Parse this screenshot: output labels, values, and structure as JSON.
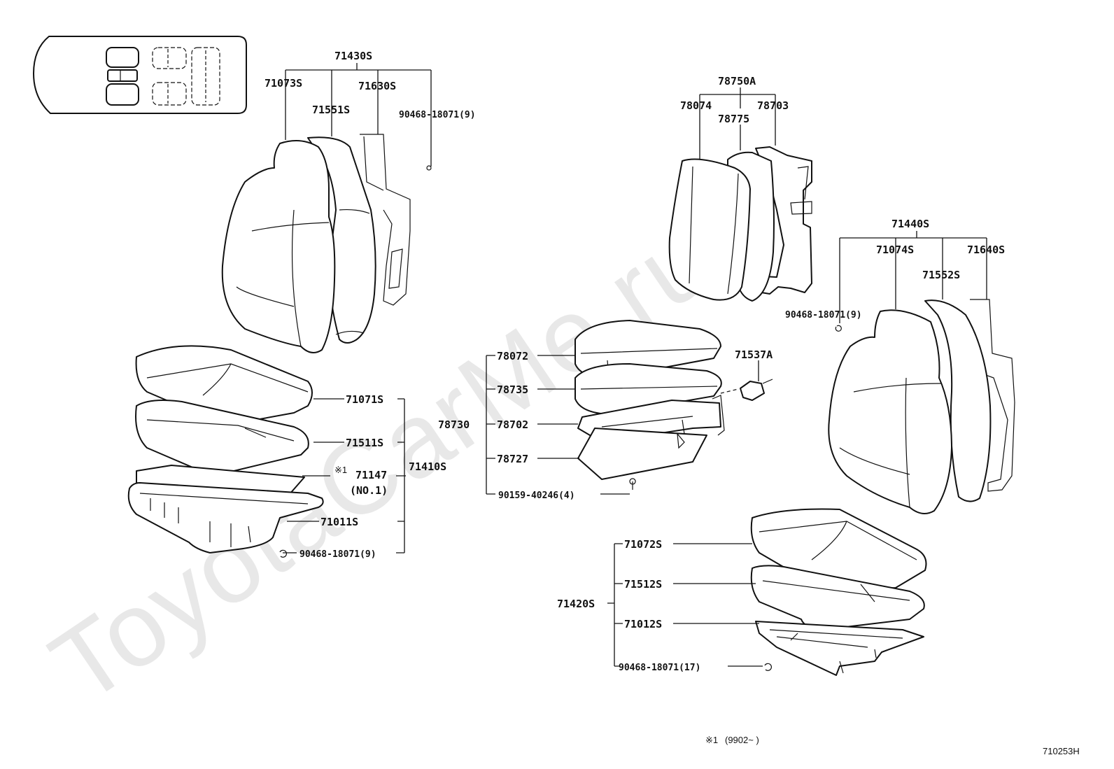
{
  "watermark": "ToyotaCarMe.ru",
  "diagram_code": "710253H",
  "footnote": {
    "mark": "※1",
    "text": "(9902~      )"
  },
  "labels": {
    "a71430s": "71430S",
    "a71073s": "71073S",
    "a71630s": "71630S",
    "a71551s": "71551S",
    "a90468_top": "90468-18071(9)",
    "a71071s": "71071S",
    "a71511s": "71511S",
    "a71147_mark": "※1",
    "a71147": "71147",
    "a71147_sub": "(NO.1)",
    "a71410s": "71410S",
    "a71011s": "71011S",
    "a90468_bl": "90468-18071(9)",
    "b78750a": "78750A",
    "b78074": "78074",
    "b78703": "78703",
    "b78775": "78775",
    "b78072": "78072",
    "b78735": "78735",
    "b78730": "78730",
    "b78702": "78702",
    "b78727": "78727",
    "b90159": "90159-40246(4)",
    "b71537a": "71537A",
    "c71440s": "71440S",
    "c71074s": "71074S",
    "c71640s": "71640S",
    "c71552s": "71552S",
    "c90468": "90468-18071(9)",
    "d71072s": "71072S",
    "d71512s": "71512S",
    "d71420s": "71420S",
    "d71012s": "71012S",
    "d90468": "90468-18071(17)"
  }
}
